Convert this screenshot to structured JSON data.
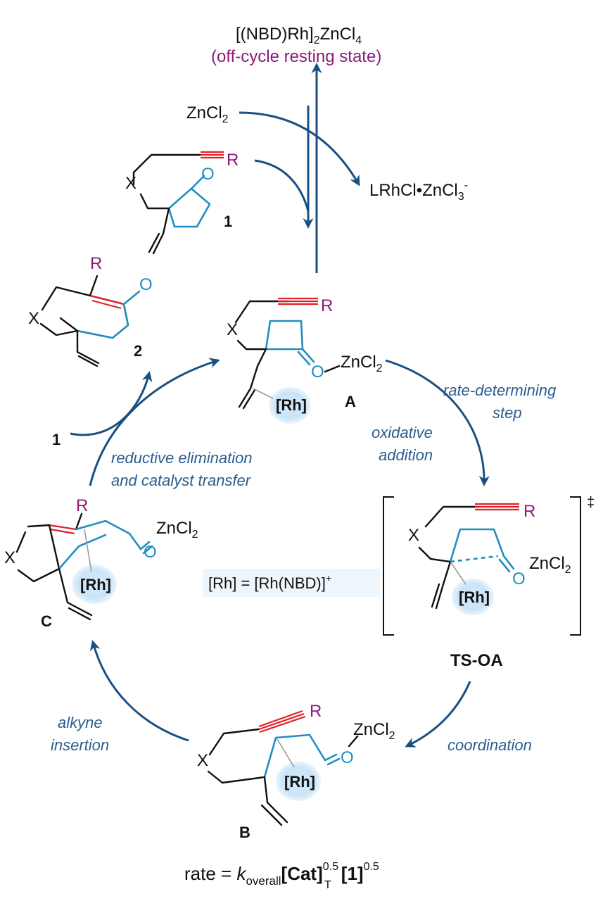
{
  "top": {
    "rest_formula": "[(NBD)Rh]",
    "rest_sub": "2",
    "rest_tail": "ZnCl",
    "rest_tail_sub": "4",
    "rest_note": "(off-cycle resting state)",
    "zncl2": "ZnCl",
    "zncl2_sub": "2",
    "lrh": "LRhCl•ZnCl",
    "lrh_sub": "3",
    "lrh_sup": "-"
  },
  "labels": {
    "x": "X",
    "r": "R",
    "o": "O",
    "rh": "[Rh]",
    "zncl": "ZnCl",
    "sub2": "2",
    "cmp1": "1",
    "cmp2": "2",
    "A": "A",
    "B": "B",
    "C": "C",
    "TS": "TS-OA",
    "dagger": "‡"
  },
  "steps": {
    "rds1": "rate-determining",
    "rds2": "step",
    "oa1": "oxidative",
    "oa2": "addition",
    "red1": "reductive elimination",
    "red2": "and catalyst transfer",
    "coord": "coordination",
    "ins1": "alkyne",
    "ins2": "insertion"
  },
  "legend": {
    "lhs": "[Rh] = [Rh(NBD)]",
    "sup": "+"
  },
  "rate": {
    "lhs": "rate = ",
    "k": "k",
    "ksub": "overall",
    "cat": "[Cat]",
    "cat_sup": "0.5",
    "cat_sub": "T",
    "sub1": "[1]",
    "sub1_sup": "0.5"
  },
  "colors": {
    "arrow": "#1b4f82",
    "step_text": "#2a5d8f",
    "purple": "#8b1a7a",
    "teal": "#1f8fc0",
    "alkyne": "#e0222a",
    "bubble": "#d6ecfa"
  }
}
